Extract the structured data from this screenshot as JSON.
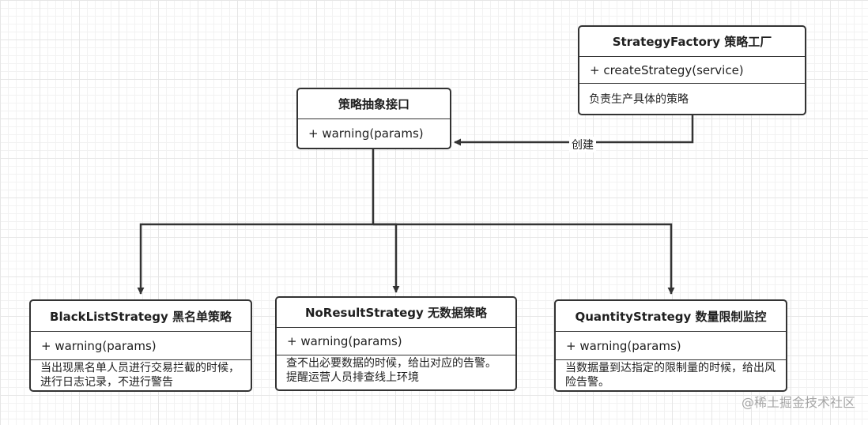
{
  "factory": {
    "title": "StrategyFactory 策略工厂",
    "method": "+ createStrategy(service)",
    "note": "负责生产具体的策略"
  },
  "interface": {
    "title": "策略抽象接口",
    "method": "+ warning(params)"
  },
  "create_label": "创建",
  "strategies": {
    "blacklist": {
      "title": "BlackListStrategy 黑名单策略",
      "method": "+ warning(params)",
      "note": "当出现黑名单人员进行交易拦截的时候，进行日志记录，不进行警告"
    },
    "noresult": {
      "title": "NoResultStrategy 无数据策略",
      "method": "+ warning(params)",
      "note": "查不出必要数据的时候，给出对应的告警。提醒运营人员排查线上环境"
    },
    "quantity": {
      "title": "QuantityStrategy 数量限制监控",
      "method": "+ warning(params)",
      "note": "当数据量到达指定的限制量的时候，给出风险告警。"
    }
  },
  "watermark": "@稀土掘金技术社区"
}
